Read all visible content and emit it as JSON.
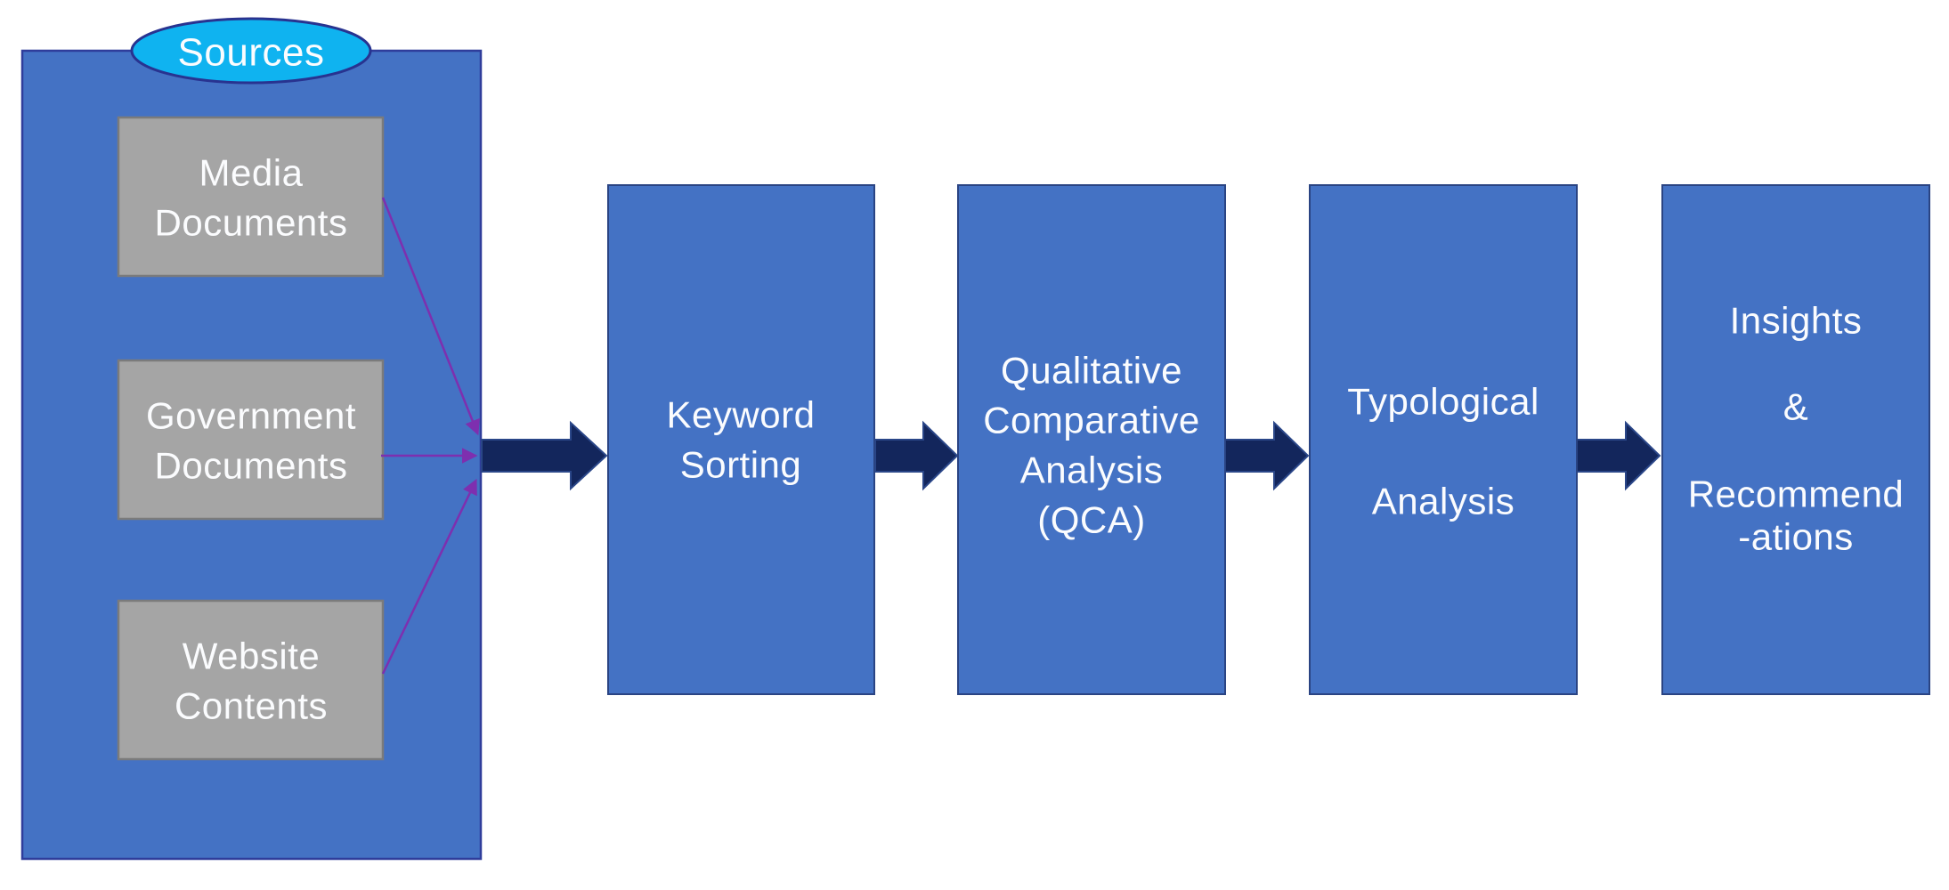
{
  "diagram": {
    "sources": {
      "label": "Sources",
      "items": [
        {
          "lines": [
            "Media",
            "Documents"
          ]
        },
        {
          "lines": [
            "Government",
            "Documents"
          ]
        },
        {
          "lines": [
            "Website",
            "Contents"
          ]
        }
      ]
    },
    "stages": [
      {
        "lines": [
          "Keyword",
          "Sorting"
        ]
      },
      {
        "lines": [
          "Qualitative",
          "Comparative",
          "Analysis",
          "(QCA)"
        ]
      },
      {
        "lines": [
          "Typological",
          "Analysis"
        ]
      },
      {
        "lines": [
          "Insights",
          "&",
          "Recommend",
          "-ations"
        ]
      }
    ]
  },
  "colors": {
    "box_blue": "#4472C4",
    "box_blue_border": "#2A4483",
    "container_border": "#2F3D9B",
    "arrow_navy": "#13265C",
    "connector_purple": "#7E2FAF",
    "ellipse_cyan": "#0FB3F0",
    "ellipse_border": "#283390",
    "gray_fill": "#A5A5A5",
    "gray_border": "#7B7B7B",
    "text_white": "#FBFCFE"
  }
}
